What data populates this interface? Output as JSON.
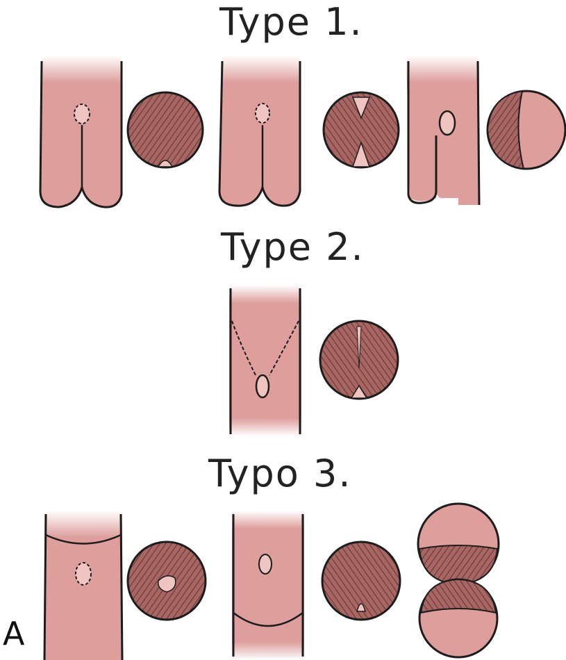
{
  "labels": {
    "type1": "Type 1.",
    "type2": "Type 2.",
    "type3": "Typo 3.",
    "panel": "A"
  },
  "colors": {
    "skin": "#dd9e9c",
    "skin_light": "#efc4c1",
    "hatch": "#a86562",
    "hatch_line": "#4a2a28",
    "outline": "#1c1c1c"
  }
}
